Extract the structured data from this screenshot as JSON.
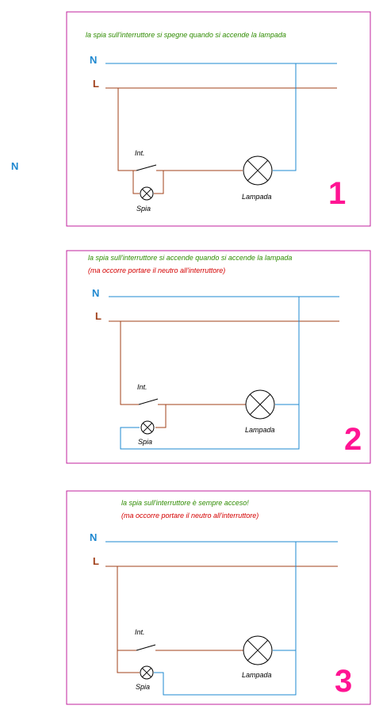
{
  "colors": {
    "frame": "#c0209c",
    "neutral": "#1e88d0",
    "line": "#a0401a",
    "caption_green": "#2e8b00",
    "caption_red": "#d40000",
    "number": "#ff1493"
  },
  "side_label": "N",
  "panels": [
    {
      "caption": "la spia sull'interruttore si spegne quando si accende la lampada",
      "caption2": "",
      "neutral_label": "N",
      "line_label": "L",
      "switch_label": "Int.",
      "pilot_label": "Spia",
      "lamp_label": "Lampada",
      "number": "1"
    },
    {
      "caption": "la spia sull'interruttore si accende quando si accende la lampada",
      "caption2": "(ma occorre portare il neutro all'interruttore)",
      "neutral_label": "N",
      "line_label": "L",
      "switch_label": "Int.",
      "pilot_label": "Spia",
      "lamp_label": "Lampada",
      "number": "2"
    },
    {
      "caption": "la spia sull'interruttore è sempre acceso!",
      "caption2": "(ma occorre portare il neutro all'interruttore)",
      "neutral_label": "N",
      "line_label": "L",
      "switch_label": "Int.",
      "pilot_label": "Spia",
      "lamp_label": "Lampada",
      "number": "3"
    }
  ]
}
